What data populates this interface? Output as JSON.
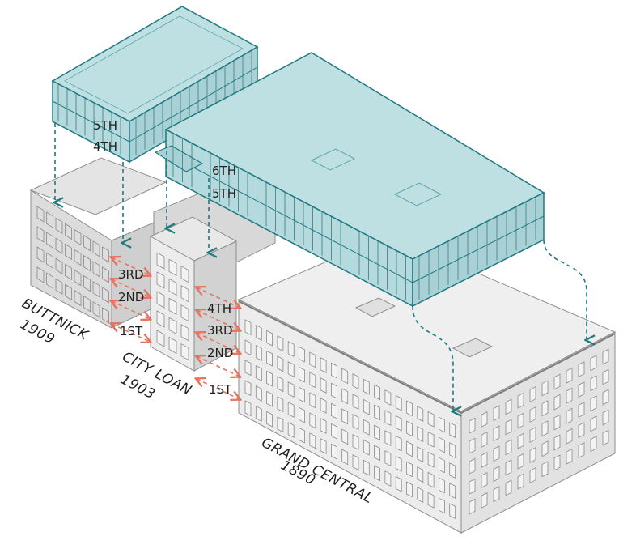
{
  "buildings": [
    {
      "name": "BUTTNICK",
      "year": "1909"
    },
    {
      "name": "CITY LOAN",
      "year": "1903"
    },
    {
      "name": "GRAND CENTRAL",
      "year": "1890"
    }
  ],
  "additions": {
    "small_block_floors": [
      "5TH",
      "4TH"
    ],
    "large_block_floors": [
      "6TH",
      "5TH"
    ]
  },
  "connections": {
    "buttnick_floors": [
      "3RD",
      "2ND",
      "1ST"
    ],
    "grand_central_floors": [
      "4TH",
      "3RD",
      "2ND",
      "1ST"
    ]
  },
  "colors": {
    "addition_fill": "#bfe0e3",
    "addition_stroke": "#1f7a80",
    "arrow_addition": "#1f7a80",
    "arrow_connection": "#e5735e",
    "existing_fill": "#e6e6e6",
    "existing_stroke": "#8d8d8d"
  }
}
